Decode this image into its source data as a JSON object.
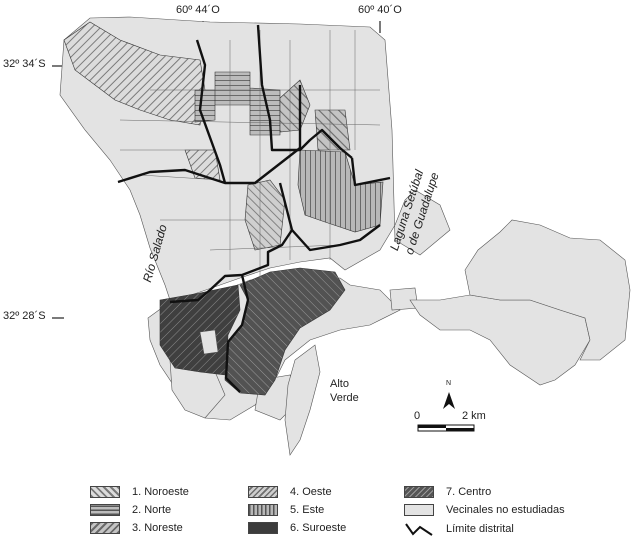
{
  "coordinates": {
    "lon_west": "60º 44´O",
    "lon_east": "60º 40´O",
    "lat_north": "32º 34´S",
    "lat_south": "32º 28´S"
  },
  "labels": {
    "rio": "Río   Salado",
    "laguna_line1": "Laguna Setúbal",
    "laguna_line2": "o de Guadalupe",
    "alto_line1": "Alto",
    "alto_line2": "Verde",
    "north": "N"
  },
  "scale": {
    "start": "0",
    "end": "2 km"
  },
  "legend": [
    {
      "label": "1. Noroeste",
      "pattern": "noroeste"
    },
    {
      "label": "2. Norte",
      "pattern": "norte"
    },
    {
      "label": "3. Noreste",
      "pattern": "noreste"
    },
    {
      "label": "4. Oeste",
      "pattern": "oeste"
    },
    {
      "label": "5. Este",
      "pattern": "este"
    },
    {
      "label": "6. Suroeste",
      "pattern": "suroeste"
    },
    {
      "label": "7. Centro",
      "pattern": "centro"
    },
    {
      "label": "Vecinales no estudiadas",
      "pattern": "none"
    },
    {
      "label": "Límite distrital",
      "pattern": "line"
    }
  ],
  "colors": {
    "unstudied": "#e3e3e3",
    "centro": "#5a5a5a",
    "suroeste": "#4a4a4a",
    "boundary": "#111111"
  }
}
